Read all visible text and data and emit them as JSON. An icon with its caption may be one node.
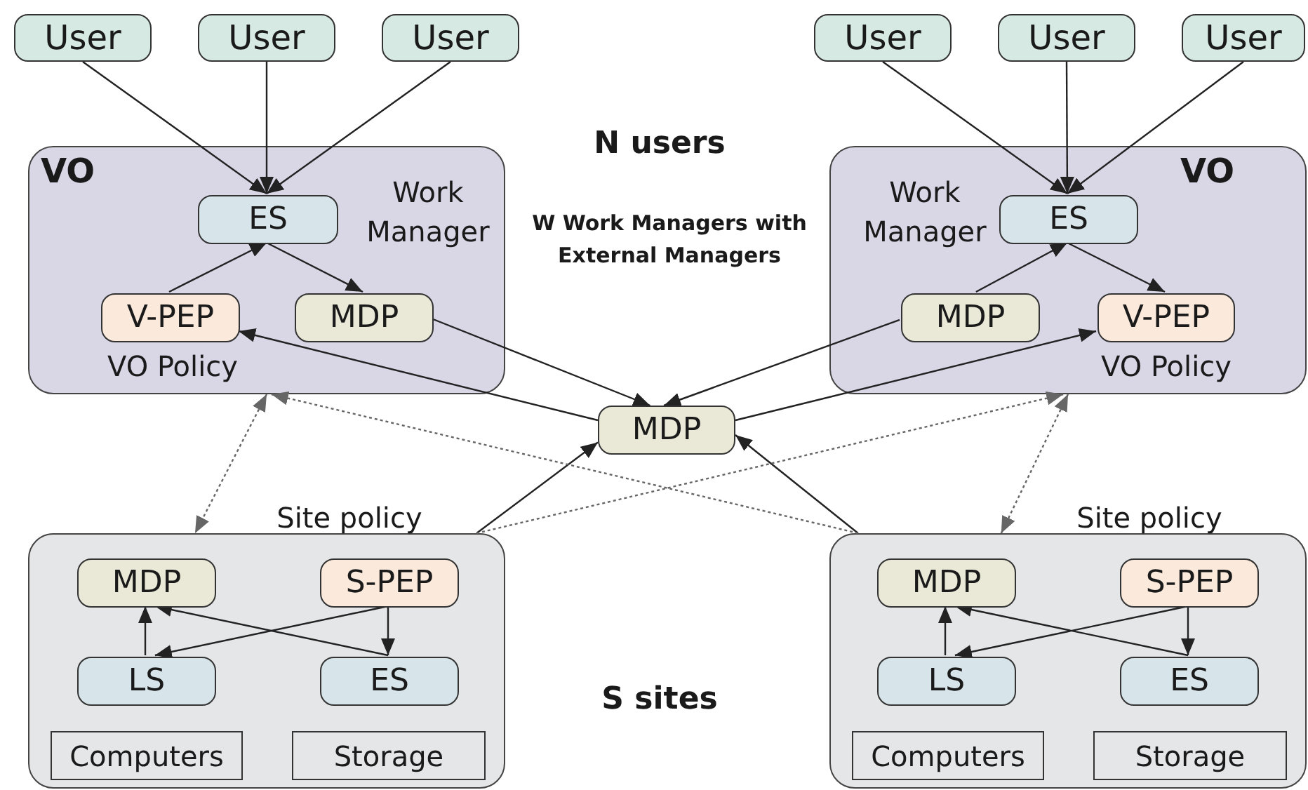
{
  "diagram": {
    "nodes": [
      {
        "text": [
          "User"
        ]
      },
      {
        "text": [
          "User"
        ]
      },
      {
        "text": [
          "User"
        ]
      },
      {
        "text": [
          "User"
        ]
      },
      {
        "text": [
          "User"
        ]
      },
      {
        "text": [
          "User"
        ]
      },
      {
        "text": [
          "VO"
        ]
      },
      {
        "text": [
          "ES"
        ],
        "in": 6,
        "beside": [
          "Work Manager"
        ]
      },
      {
        "text": [
          "V-PEP"
        ],
        "in": 6,
        "beside": [
          "VO Policy"
        ]
      },
      {
        "text": [
          "MDP"
        ],
        "in": 6
      },
      {
        "text": [
          "VO"
        ]
      },
      {
        "text": [
          "ES"
        ],
        "in": 10,
        "beside": [
          "Work Manager"
        ]
      },
      {
        "text": [
          "MDP"
        ],
        "in": 10
      },
      {
        "text": [
          "V-PEP"
        ],
        "in": 10,
        "beside": [
          "VO Policy"
        ]
      },
      {
        "text": [
          "MDP"
        ]
      },
      {
        "text": [
          "Site policy"
        ]
      },
      {
        "text": [
          "MDP"
        ],
        "in": 15
      },
      {
        "text": [
          "S-PEP"
        ],
        "in": 15
      },
      {
        "text": [
          "LS"
        ],
        "in": 15
      },
      {
        "text": [
          "ES"
        ],
        "in": 15
      },
      {
        "text": [
          "Computers"
        ],
        "in": 15
      },
      {
        "text": [
          "Storage"
        ],
        "in": 15
      },
      {
        "text": [
          "Site policy"
        ]
      },
      {
        "text": [
          "MDP"
        ],
        "in": 22
      },
      {
        "text": [
          "S-PEP"
        ],
        "in": 22
      },
      {
        "text": [
          "LS"
        ],
        "in": 22
      },
      {
        "text": [
          "ES"
        ],
        "in": 22
      },
      {
        "text": [
          "Computers"
        ],
        "in": 22
      },
      {
        "text": [
          "Storage"
        ],
        "in": 22
      }
    ],
    "edges": [
      {
        "from": 0,
        "to": 7,
        "arrow": "to"
      },
      {
        "from": 1,
        "to": 7,
        "arrow": "to"
      },
      {
        "from": 2,
        "to": 7,
        "arrow": "to"
      },
      {
        "from": 3,
        "to": 11,
        "arrow": "to"
      },
      {
        "from": 4,
        "to": 11,
        "arrow": "to"
      },
      {
        "from": 5,
        "to": 11,
        "arrow": "to"
      },
      {
        "from": 8,
        "to": 7,
        "arrow": "to"
      },
      {
        "from": 7,
        "to": 9,
        "arrow": "to"
      },
      {
        "from": 9,
        "to": 14,
        "arrow": "to"
      },
      {
        "from": 14,
        "to": 8,
        "arrow": "to"
      },
      {
        "from": 12,
        "to": 11,
        "arrow": "to"
      },
      {
        "from": 11,
        "to": 13,
        "arrow": "to"
      },
      {
        "from": 12,
        "to": 14,
        "arrow": "to"
      },
      {
        "from": 14,
        "to": 13,
        "arrow": "to"
      },
      {
        "from": 15,
        "to": 14,
        "arrow": "to"
      },
      {
        "from": 22,
        "to": 14,
        "arrow": "to"
      },
      {
        "from": 6,
        "to": 15,
        "arrow": "both",
        "style": "dashed",
        "color": "#666666"
      },
      {
        "from": 10,
        "to": 22,
        "arrow": "both",
        "style": "dashed",
        "color": "#666666"
      },
      {
        "from": 15,
        "to": 10,
        "arrow": "to",
        "style": "dashed",
        "color": "#666666"
      },
      {
        "from": 22,
        "to": 6,
        "arrow": "to",
        "style": "dashed",
        "color": "#666666"
      },
      {
        "from": 18,
        "to": 16,
        "arrow": "to"
      },
      {
        "from": 19,
        "to": 16,
        "arrow": "to"
      },
      {
        "from": 17,
        "to": 18,
        "arrow": "to"
      },
      {
        "from": 17,
        "to": 19,
        "arrow": "to"
      },
      {
        "from": 25,
        "to": 23,
        "arrow": "to"
      },
      {
        "from": 26,
        "to": 23,
        "arrow": "to"
      },
      {
        "from": 24,
        "to": 25,
        "arrow": "to"
      },
      {
        "from": 24,
        "to": 26,
        "arrow": "to"
      }
    ],
    "labels": [
      "N users",
      "W Work Managers with External Managers",
      "S sites"
    ]
  }
}
